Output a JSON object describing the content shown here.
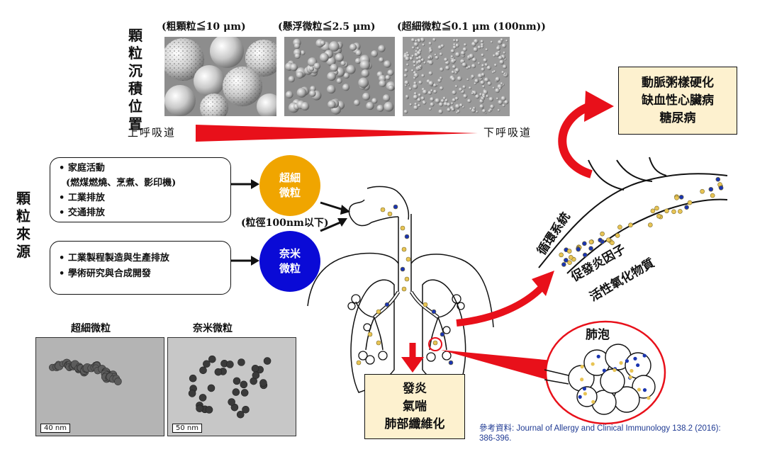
{
  "particle_sizes": {
    "coarse": "(粗顆粒≦10 μm)",
    "fine": "(懸浮微粒≦2.5 μm)",
    "ultrafine": "(超細微粒≦0.1 μm (100nm))"
  },
  "deposition_label": "顆粒沉積位置",
  "airway": {
    "upper": "上呼吸道",
    "lower": "下呼吸道"
  },
  "source_label": "顆粒來源",
  "sources": {
    "box1": [
      "• 家庭活動",
      "(燃煤燃燒、烹煮、影印機)",
      "• 工業排放",
      "• 交通排放"
    ],
    "box2": [
      "• 工業製程製造與生產排放",
      "• 學術研究與合成開發"
    ]
  },
  "ultrafine_circle": [
    "超細",
    "微粒"
  ],
  "nano_circle": [
    "奈米",
    "微粒"
  ],
  "size_note": "(粒徑100nm以下)",
  "micrographs": {
    "ultrafine_title": "超細微粒",
    "nano_title": "奈米微粒",
    "ultrafine_scale": "40 nm",
    "nano_scale": "50 nm"
  },
  "cardio_effects": [
    "動脈粥樣硬化",
    "缺血性心臟病",
    "糖尿病"
  ],
  "lung_effects": [
    "發炎",
    "氣喘",
    "肺部纖維化"
  ],
  "circulation_label": "循環系統",
  "factors": [
    "促發炎因子",
    "活性氧化物質"
  ],
  "alveoli_label": "肺泡",
  "reference": {
    "line1": "參考資料: Journal of Allergy and Clinical Immunology 138.2 (2016):",
    "line2": "386-396."
  },
  "colors": {
    "ultrafine": "#f0a500",
    "nano": "#0a0ad6",
    "arrow": "#e8101a",
    "effect_bg": "#fdf1cf",
    "gold_particle": "#e8c454",
    "blue_particle": "#1a35b0"
  }
}
